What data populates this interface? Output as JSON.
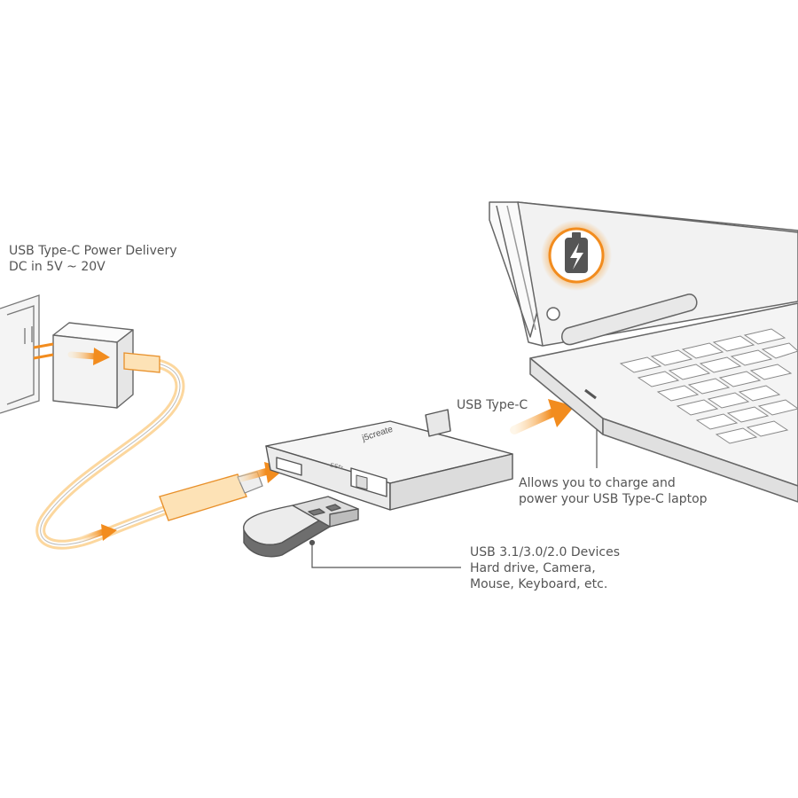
{
  "labels": {
    "power_delivery": {
      "line1": "USB Type-C Power Delivery",
      "line2": "DC in 5V ~ 20V"
    },
    "usb_type_c": "USB Type-C",
    "laptop_charge": {
      "line1": "Allows you to charge and",
      "line2": "power your USB Type-C laptop"
    },
    "usb_devices": {
      "line1": "USB 3.1/3.0/2.0 Devices",
      "line2": "Hard drive, Camera,",
      "line3": "Mouse, Keyboard, etc."
    }
  },
  "hub": {
    "brand": "j5create",
    "port_label": "SS⇆"
  },
  "colors": {
    "accent": "#f28c1e",
    "accent_light": "#fbc97e",
    "outline": "#555555",
    "fill": "#f2f2f2"
  },
  "icons": {
    "battery": "battery-charging-icon"
  }
}
